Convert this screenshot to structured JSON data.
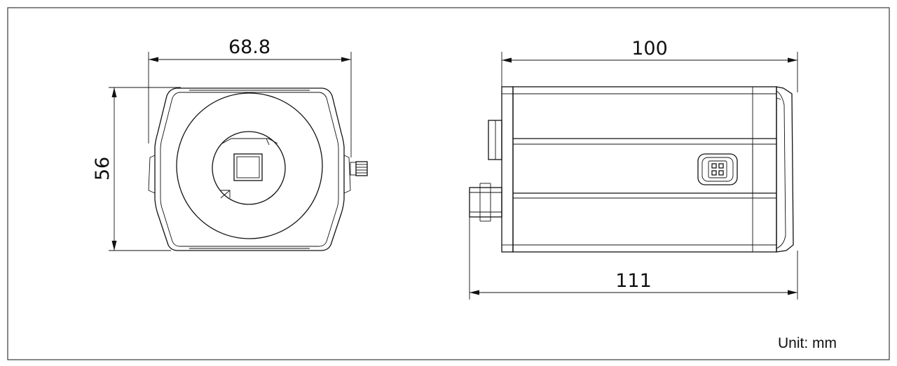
{
  "dimensions": {
    "front_width": "68.8",
    "front_height": "56",
    "side_body_length": "100",
    "side_total_length": "111"
  },
  "unit_label": "Unit: mm",
  "colors": {
    "line": "#111111",
    "background": "#ffffff"
  }
}
